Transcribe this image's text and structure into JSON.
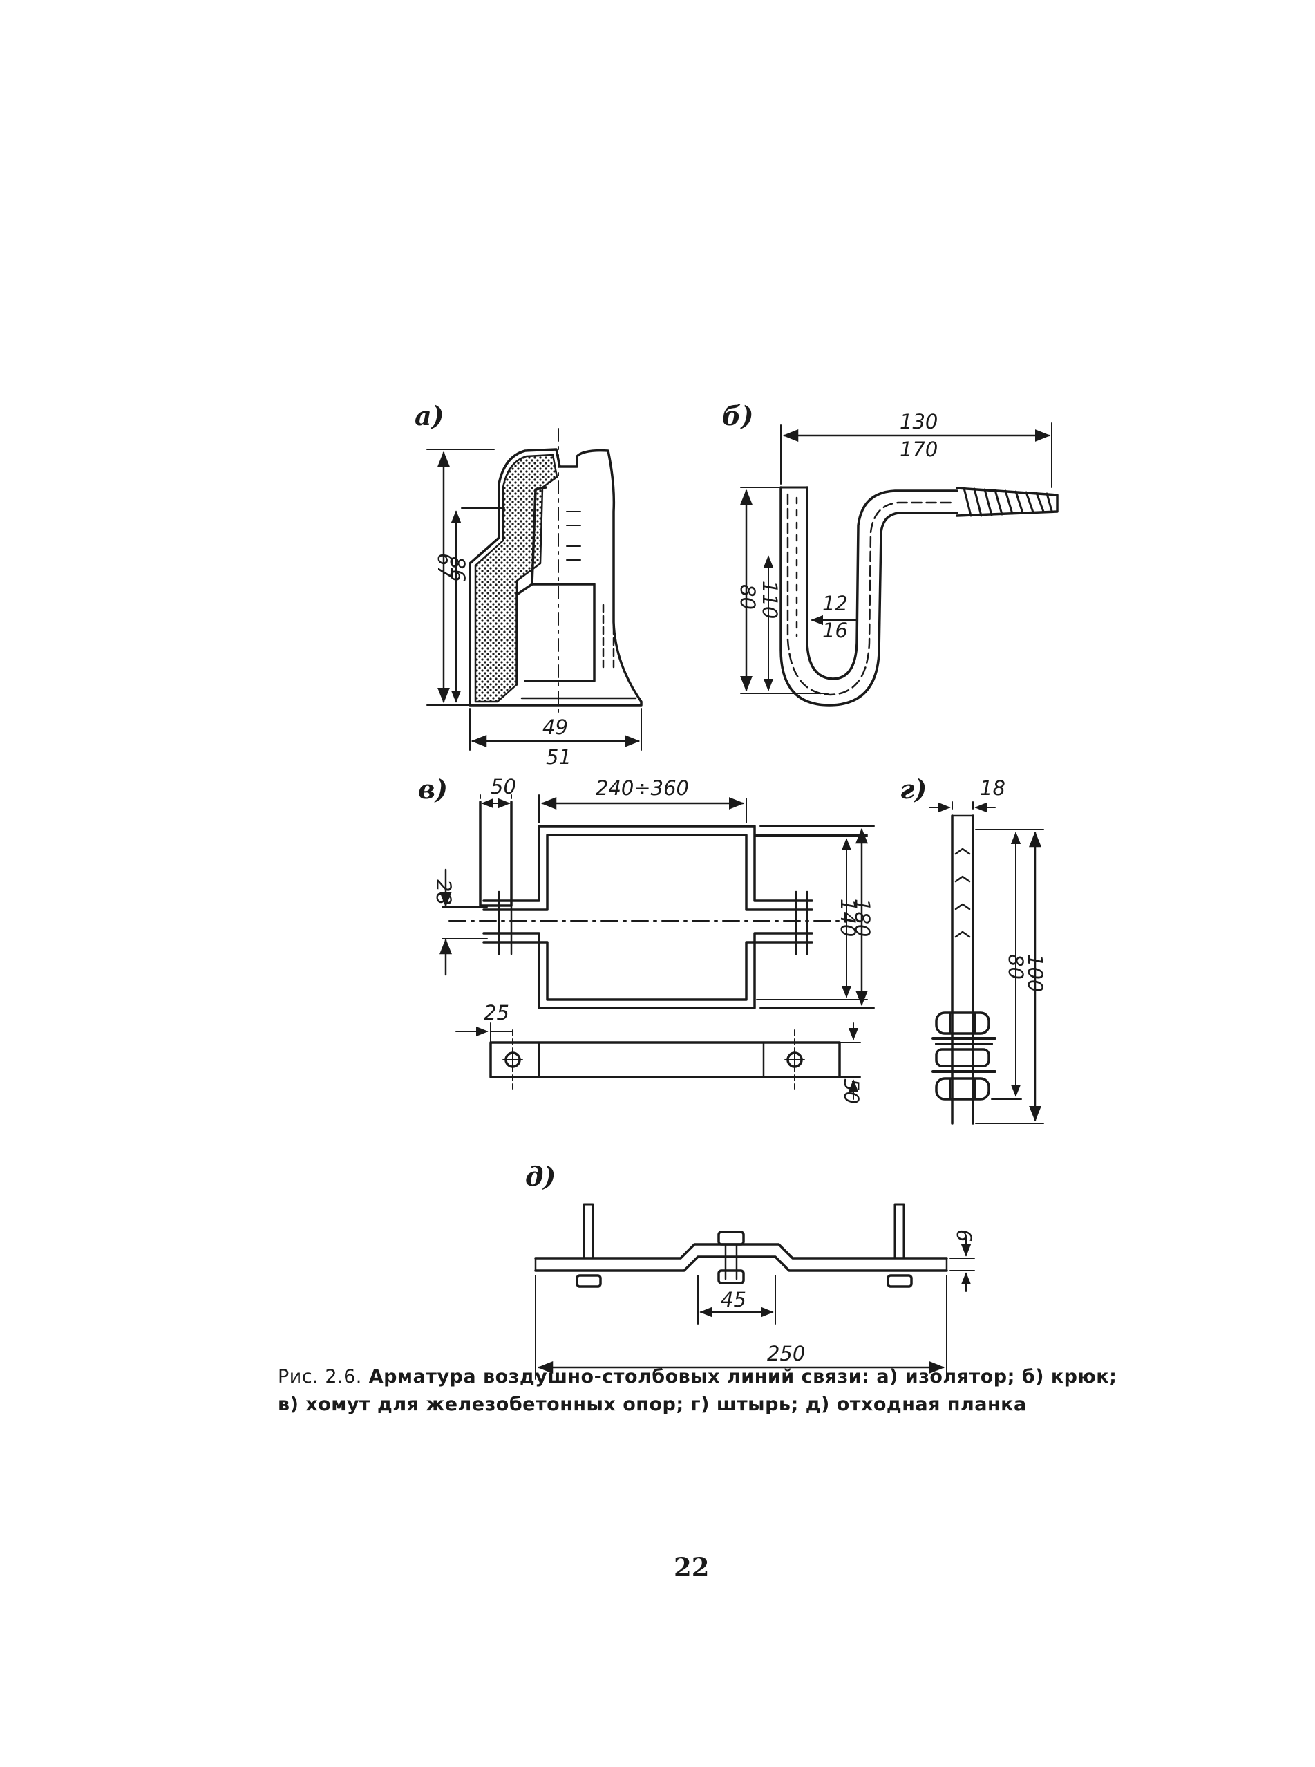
{
  "figure": {
    "parts": {
      "insulator": {
        "label": "а)",
        "dims": {
          "h_outer": "67",
          "h_inner": "86",
          "w_top": "49",
          "w_bottom": "51"
        }
      },
      "hook": {
        "label": "б)",
        "dims": {
          "w_top": "130",
          "w_bottom": "170",
          "h_outer": "80",
          "h_inner": "110",
          "d_top": "12",
          "d_bottom": "16"
        }
      },
      "clamp": {
        "label": "в)",
        "dims": {
          "left_width": "50",
          "span": "240÷360",
          "gap": "28",
          "h_inner": "140",
          "h_outer": "180",
          "hole_offset": "25",
          "bar_height": "50"
        }
      },
      "pin": {
        "label": "г)",
        "dims": {
          "width": "18",
          "h_inner": "80",
          "h_outer": "100"
        }
      },
      "plate": {
        "label": "д)",
        "dims": {
          "thickness": "6",
          "center": "45",
          "length": "250"
        }
      }
    }
  },
  "caption": {
    "figure_number": "Рис. 2.6.",
    "line1_rest": "Арматура  воздушно-столбовых  линий  связи: а) изолятор; б) крюк;",
    "line2": "в) хомут для железобетонных опор; г) штырь; д) отходная планка"
  },
  "page_number": "22"
}
